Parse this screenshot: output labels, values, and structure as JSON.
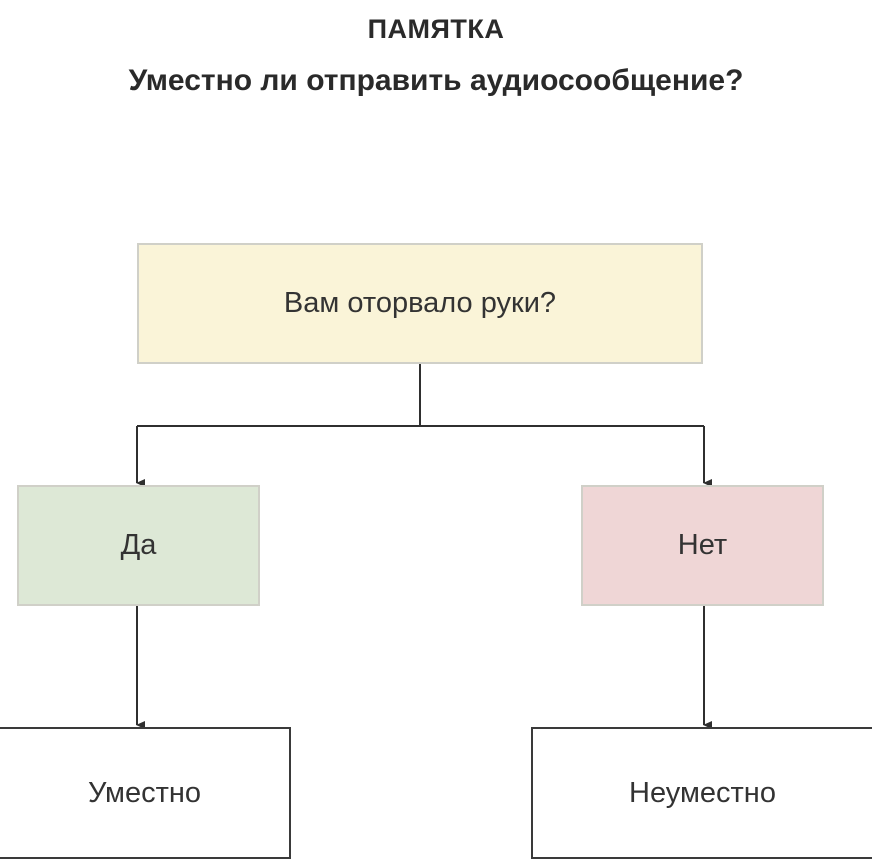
{
  "header": {
    "title": "ПАМЯТКА",
    "subtitle": "Уместно ли отправить аудиосообщение?"
  },
  "nodes": {
    "question": {
      "label": "Вам оторвало руки?",
      "fill": "#faf4d8"
    },
    "yes": {
      "label": "Да",
      "fill": "#dde8d6"
    },
    "no": {
      "label": "Нет",
      "fill": "#efd6d6"
    },
    "appropriate": {
      "label": "Уместно",
      "fill": "#ffffff"
    },
    "inappropriate": {
      "label": "Неуместно",
      "fill": "#ffffff"
    }
  },
  "colors": {
    "line": "#2f2f2f",
    "text": "#333333"
  }
}
